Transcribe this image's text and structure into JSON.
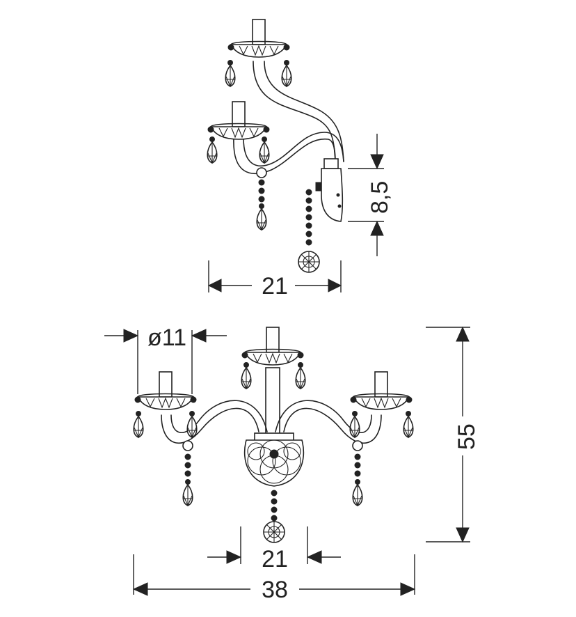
{
  "labels": {
    "side_depth": "8,5",
    "side_width": "21",
    "front_cup_diameter": "ø11",
    "front_height": "55",
    "front_backplate_width": "21",
    "front_total_width": "38"
  }
}
